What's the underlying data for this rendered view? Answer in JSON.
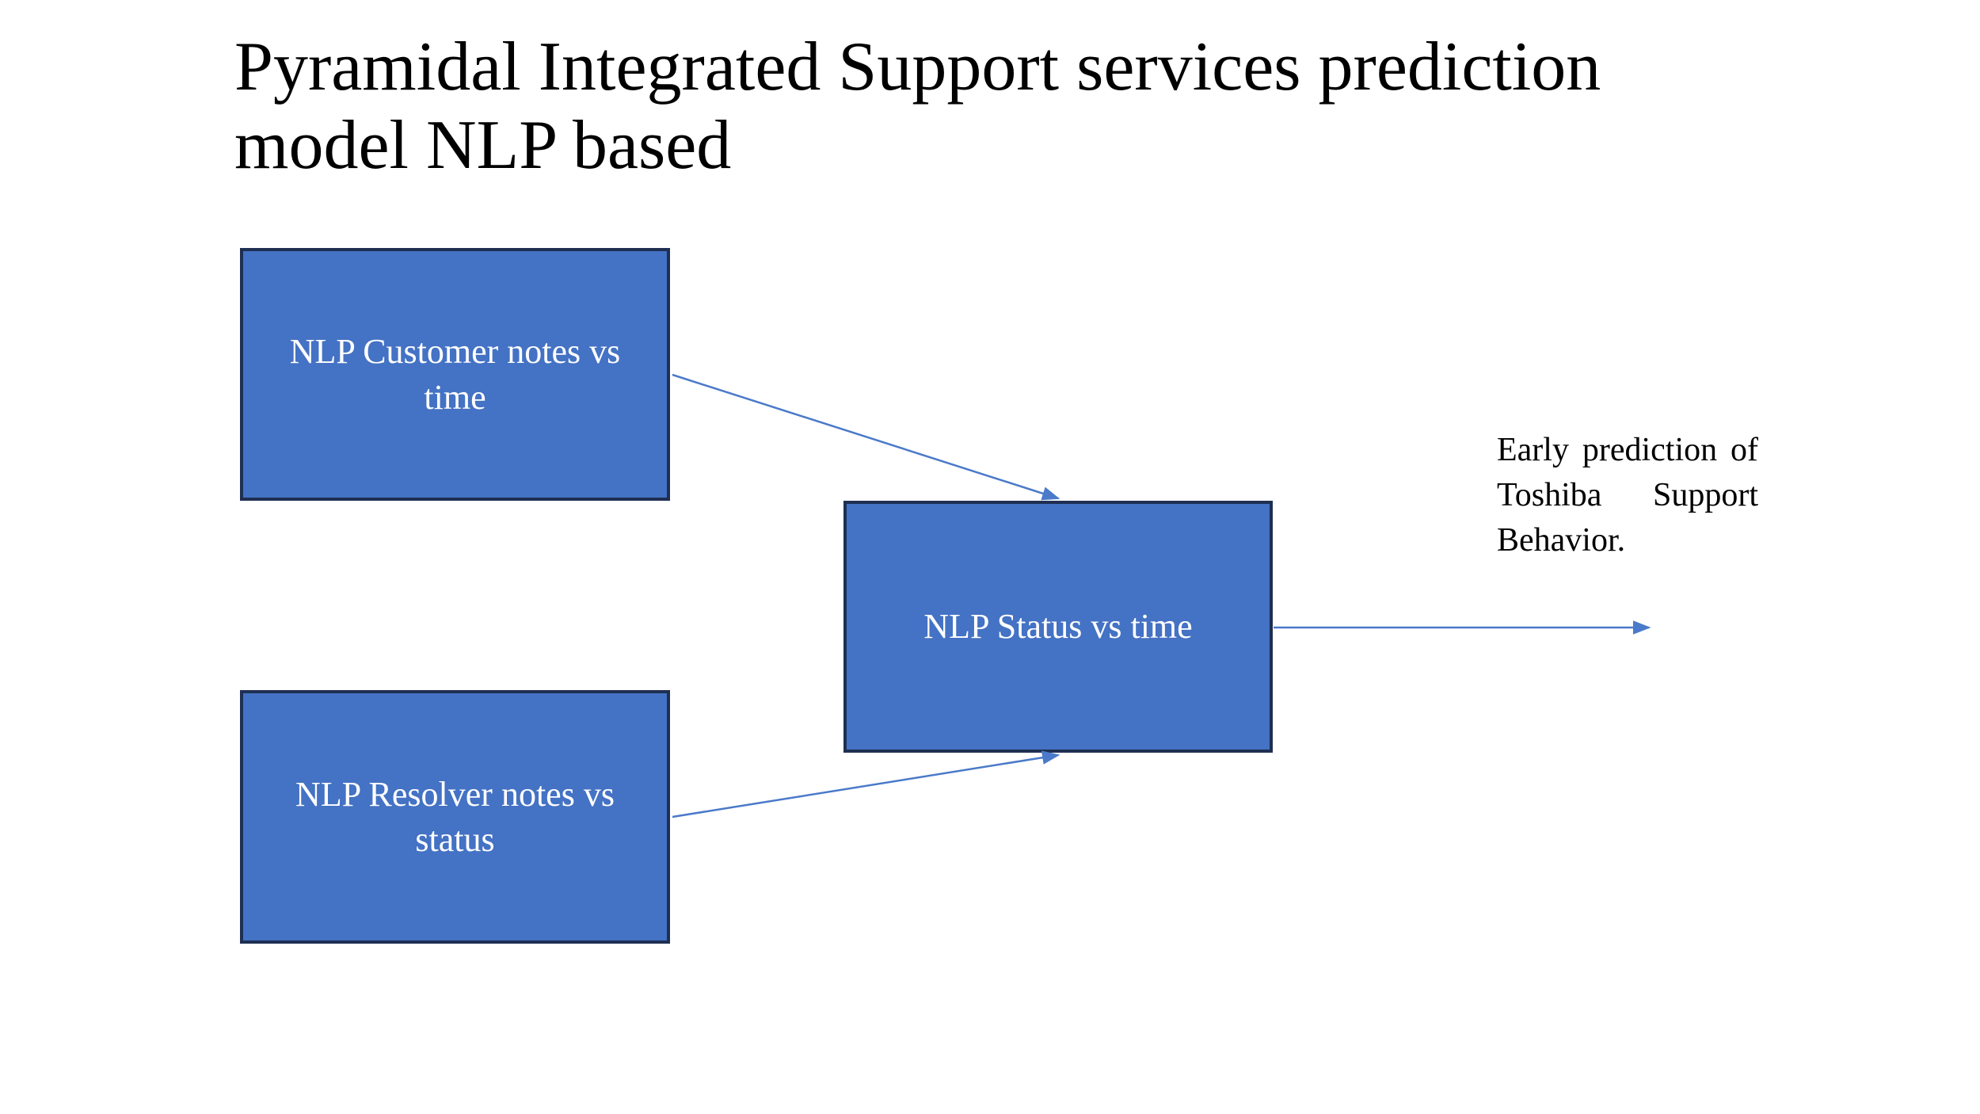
{
  "slide": {
    "title": "Pyramidal Integrated Support services prediction model NLP based"
  },
  "nodes": [
    {
      "id": "customer-notes",
      "label": "NLP Customer notes vs time"
    },
    {
      "id": "resolver-notes",
      "label": "NLP Resolver notes vs status"
    },
    {
      "id": "status-time",
      "label": "NLP Status vs time"
    }
  ],
  "annotation": {
    "text": "Early prediction of Toshiba Support Behavior."
  },
  "connectors": [
    {
      "from": "NLP Customer notes vs time",
      "to": "NLP Status vs time",
      "style": "arrow"
    },
    {
      "from": "NLP Resolver notes vs status",
      "to": "NLP Status vs time",
      "style": "arrow"
    },
    {
      "from": "NLP Status vs time",
      "to": "Early prediction of Toshiba Support Behavior.",
      "style": "arrow"
    }
  ],
  "colors": {
    "node_fill": "#4472C4",
    "node_border": "#1f2f52",
    "arrow": "#4a7ac9",
    "title_text": "#000000",
    "node_text": "#ffffff",
    "background": "#ffffff"
  }
}
